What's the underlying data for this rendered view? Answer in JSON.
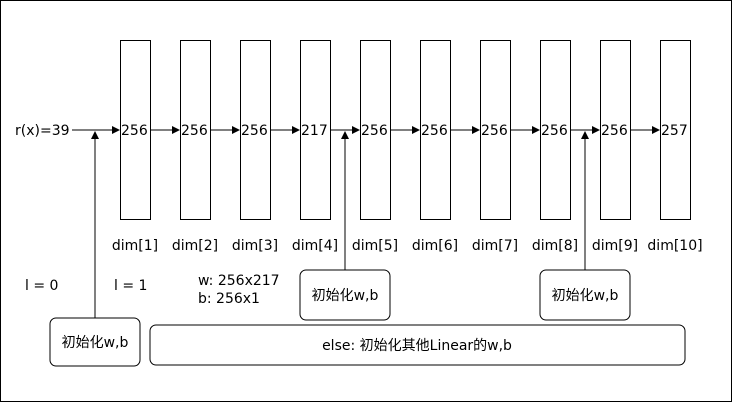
{
  "input_label": "r(x)=39",
  "layers": [
    {
      "value": "256",
      "dim": "dim[1]"
    },
    {
      "value": "256",
      "dim": "dim[2]"
    },
    {
      "value": "256",
      "dim": "dim[3]"
    },
    {
      "value": "217",
      "dim": "dim[4]"
    },
    {
      "value": "256",
      "dim": "dim[5]"
    },
    {
      "value": "256",
      "dim": "dim[6]"
    },
    {
      "value": "256",
      "dim": "dim[7]"
    },
    {
      "value": "256",
      "dim": "dim[8]"
    },
    {
      "value": "256",
      "dim": "dim[9]"
    },
    {
      "value": "257",
      "dim": "dim[10]"
    }
  ],
  "labels": {
    "l0": "l = 0",
    "l1": "l = 1",
    "weight_shape": "w: 256x217",
    "bias_shape": "b: 256x1"
  },
  "boxes": {
    "init_left": "初始化w,b",
    "init_mid": "初始化w,b",
    "init_right": "初始化w,b",
    "else_box": "else: 初始化其他Linear的w,b"
  }
}
